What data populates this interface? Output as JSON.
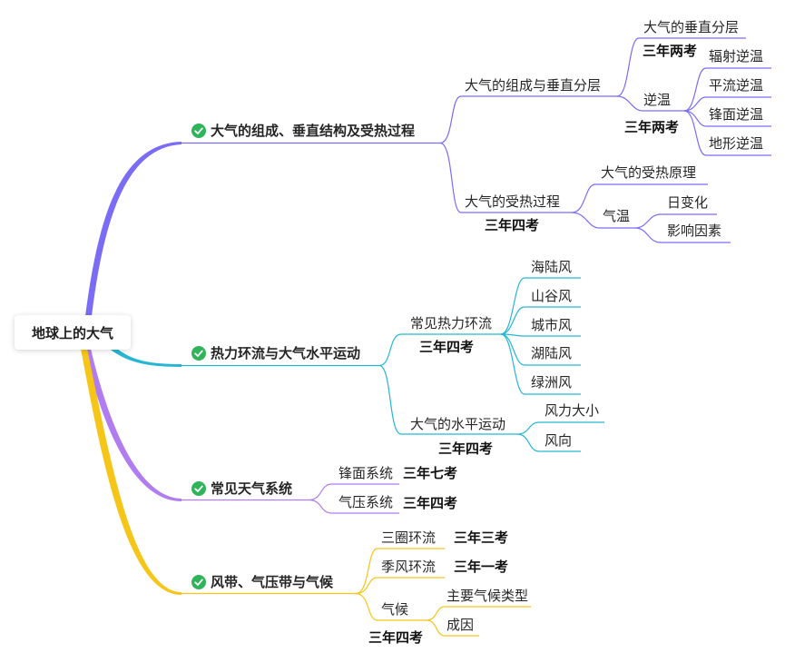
{
  "root": "地球上的大气",
  "colors": {
    "b1": "#7b6cf6",
    "b2": "#26b6d4",
    "b3": "#b07cf0",
    "b4": "#f5c518",
    "check": "#2fb45a"
  },
  "icons": {
    "check": "check-circle-icon"
  },
  "branches": [
    {
      "label": "大气的组成、垂直结构及受热过程",
      "children": [
        {
          "label": "大气的组成与垂直分层",
          "children": [
            {
              "label": "大气的垂直分层",
              "badge": "三年两考"
            },
            {
              "label": "逆温",
              "badge": "三年两考",
              "children": [
                "辐射逆温",
                "平流逆温",
                "锋面逆温",
                "地形逆温"
              ]
            }
          ]
        },
        {
          "label": "大气的受热过程",
          "badge": "三年四考",
          "children": [
            {
              "label": "大气的受热原理"
            },
            {
              "label": "气温",
              "children": [
                "日变化",
                "影响因素"
              ]
            }
          ]
        }
      ]
    },
    {
      "label": "热力环流与大气水平运动",
      "children": [
        {
          "label": "常见热力环流",
          "badge": "三年四考",
          "children": [
            "海陆风",
            "山谷风",
            "城市风",
            "湖陆风",
            "绿洲风"
          ]
        },
        {
          "label": "大气的水平运动",
          "badge": "三年四考",
          "children": [
            "风力大小",
            "风向"
          ]
        }
      ]
    },
    {
      "label": "常见天气系统",
      "children": [
        {
          "label": "锋面系统",
          "badge": "三年七考"
        },
        {
          "label": "气压系统",
          "badge": "三年四考"
        }
      ]
    },
    {
      "label": "风带、气压带与气候",
      "children": [
        {
          "label": "三圈环流",
          "badge": "三年三考"
        },
        {
          "label": "季风环流",
          "badge": "三年一考"
        },
        {
          "label": "气候",
          "badge": "三年四考",
          "children": [
            "主要气候类型",
            "成因"
          ]
        }
      ]
    }
  ]
}
